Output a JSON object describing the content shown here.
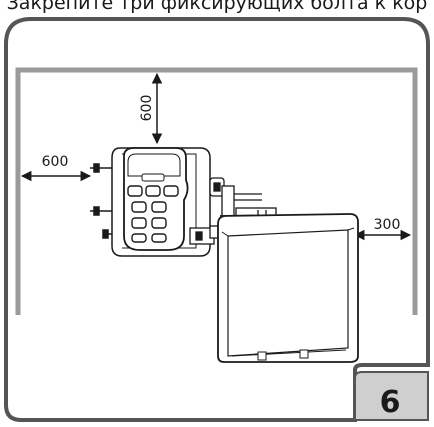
{
  "header_text": "Закрепите три фиксирующих болта к кор",
  "dimensions": {
    "top": "600",
    "left": "600",
    "right": "300"
  },
  "figure_number": "6"
}
